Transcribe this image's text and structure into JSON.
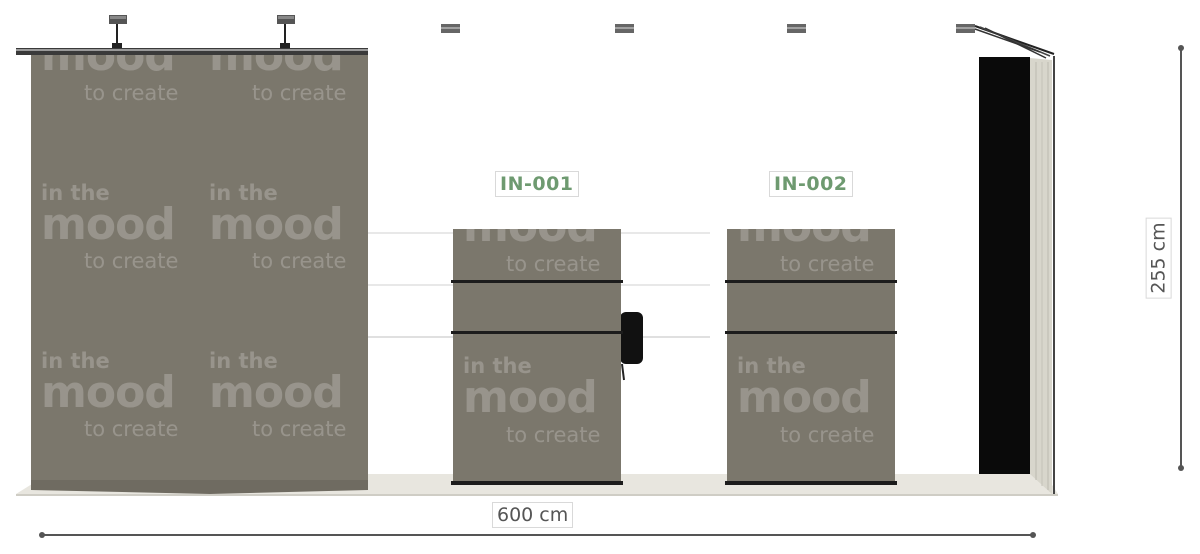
{
  "brand": {
    "line1": "in the",
    "line2": "mood",
    "line3": "to create"
  },
  "counters": [
    {
      "id": "IN-001"
    },
    {
      "id": "IN-002"
    }
  ],
  "dimensions": {
    "width": "600 cm",
    "height": "255 cm"
  },
  "colors": {
    "panel": "#7b776c",
    "floor": "#e6e4dc",
    "label": "#6e9a70",
    "dimension_line": "#555555",
    "side_wall_black": "#0a0a0a"
  }
}
